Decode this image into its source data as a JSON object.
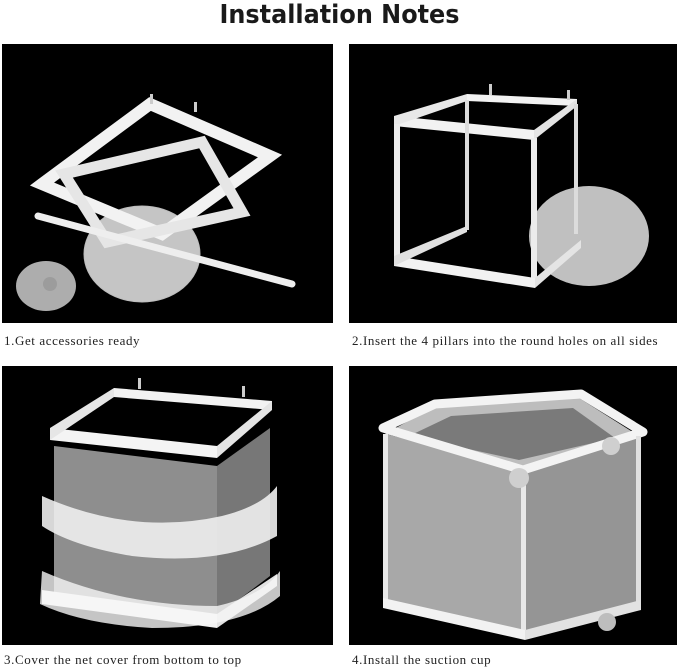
{
  "title": "Installation Notes",
  "steps": [
    {
      "caption": "1.Get accessories ready"
    },
    {
      "caption": "2.Insert the 4 pillars into the round holes on all sides"
    },
    {
      "caption": "3.Cover the net cover from bottom to top"
    },
    {
      "caption": "4.Install the suction cup"
    }
  ],
  "colors": {
    "panel_background": "#000000",
    "frame_white": "#f2f2f2",
    "mesh_grey": "#9a9a9a"
  }
}
